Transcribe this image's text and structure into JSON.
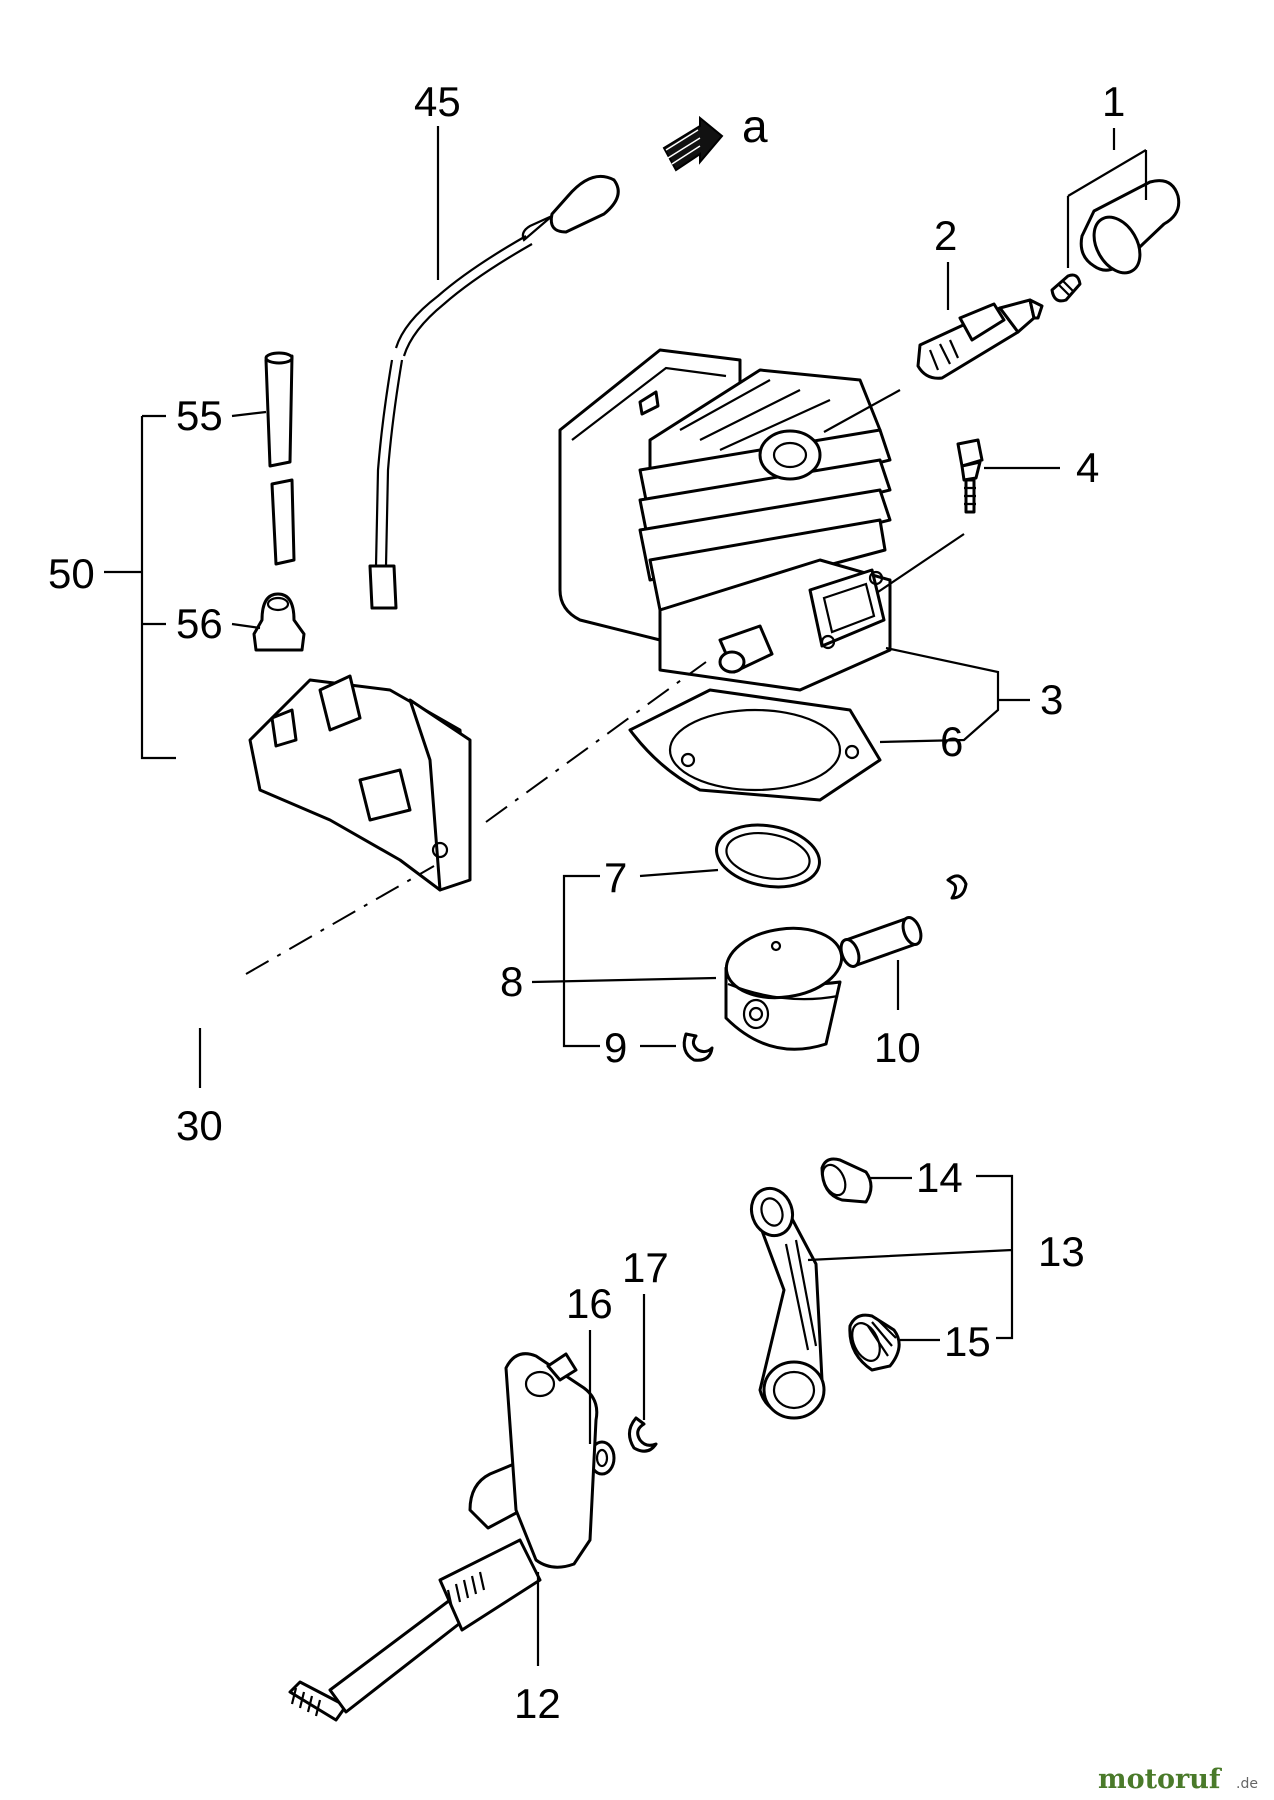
{
  "parts": [
    {
      "key": "p1",
      "num": "1"
    },
    {
      "key": "p2",
      "num": "2"
    },
    {
      "key": "p3",
      "num": "3"
    },
    {
      "key": "p4",
      "num": "4"
    },
    {
      "key": "p6",
      "num": "6"
    },
    {
      "key": "p7",
      "num": "7"
    },
    {
      "key": "p8",
      "num": "8"
    },
    {
      "key": "p9",
      "num": "9"
    },
    {
      "key": "p10",
      "num": "10"
    },
    {
      "key": "p12",
      "num": "12"
    },
    {
      "key": "p13",
      "num": "13"
    },
    {
      "key": "p14",
      "num": "14"
    },
    {
      "key": "p15",
      "num": "15"
    },
    {
      "key": "p16",
      "num": "16"
    },
    {
      "key": "p17",
      "num": "17"
    },
    {
      "key": "p30",
      "num": "30"
    },
    {
      "key": "p45",
      "num": "45"
    },
    {
      "key": "p50",
      "num": "50"
    },
    {
      "key": "p55",
      "num": "55"
    },
    {
      "key": "p56",
      "num": "56"
    }
  ],
  "arrow_label": "a",
  "watermark": {
    "name": "motoruf",
    "tld": ".de",
    "color": "#4a7a2a"
  }
}
